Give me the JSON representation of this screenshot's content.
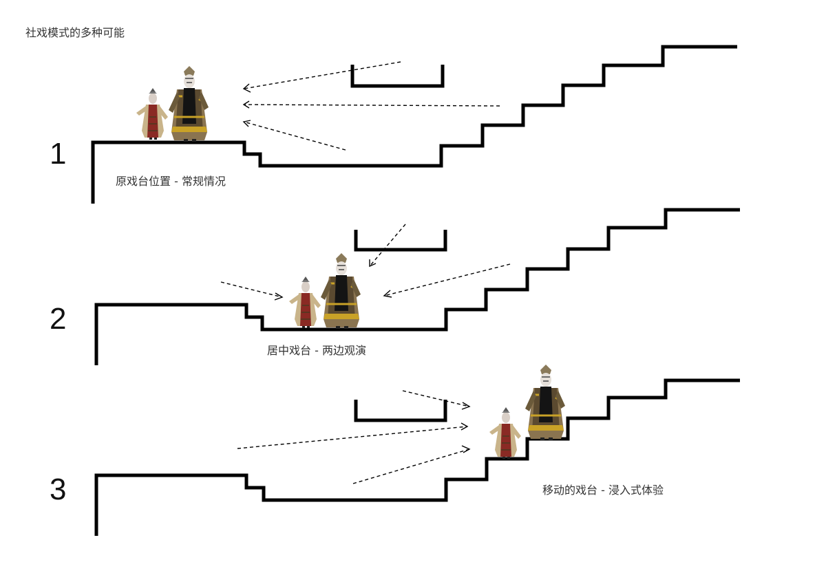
{
  "title": "社戏模式的多种可能",
  "scenarios": [
    {
      "number": "1",
      "caption": "原戏台位置 - 常规情况"
    },
    {
      "number": "2",
      "caption": "居中戏台 - 两边观演"
    },
    {
      "number": "3",
      "caption": "移动的戏台 - 浸入式体验"
    }
  ],
  "colors": {
    "line": "#000000",
    "text": "#333333",
    "robe_red": "#8a2a24",
    "robe_gold": "#c9a227",
    "robe_black": "#141414"
  }
}
